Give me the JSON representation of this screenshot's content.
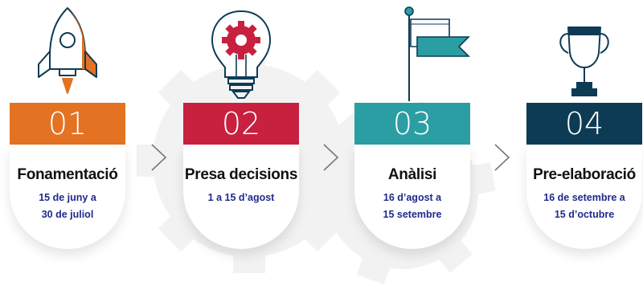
{
  "steps": [
    {
      "number": "01",
      "title": "Fonamentació",
      "date_line1": "15 de juny a",
      "date_line2": "30 de juliol",
      "color": "#e37222",
      "icon": "rocket-icon"
    },
    {
      "number": "02",
      "title": "Presa decisions",
      "date_line1": "1 a 15 d’agost",
      "date_line2": "",
      "color": "#c8203f",
      "icon": "lightbulb-gear-icon"
    },
    {
      "number": "03",
      "title": "Anàlisi",
      "date_line1": "16  d’agost a",
      "date_line2": "15 setembre",
      "color": "#2b9ea3",
      "icon": "flag-icon"
    },
    {
      "number": "04",
      "title": "Pre-elaboració",
      "date_line1": "16 de setembre a",
      "date_line2": "15 d’octubre",
      "color": "#0d3b55",
      "icon": "trophy-icon"
    }
  ],
  "colors": {
    "arrow": "#777777",
    "background_gear": "#f1f1f1",
    "date_text": "#1f2a8c"
  }
}
